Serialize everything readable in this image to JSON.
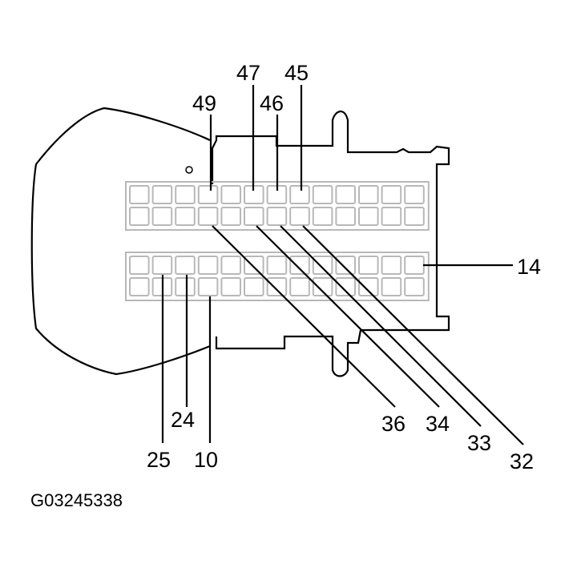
{
  "figure_id": "G03245338",
  "callouts": [
    {
      "key": "49",
      "label": "49"
    },
    {
      "key": "47",
      "label": "47"
    },
    {
      "key": "46",
      "label": "46"
    },
    {
      "key": "45",
      "label": "45"
    },
    {
      "key": "14",
      "label": "14"
    },
    {
      "key": "25",
      "label": "25"
    },
    {
      "key": "24",
      "label": "24"
    },
    {
      "key": "10",
      "label": "10"
    },
    {
      "key": "36",
      "label": "36"
    },
    {
      "key": "34",
      "label": "34"
    },
    {
      "key": "33",
      "label": "33"
    },
    {
      "key": "32",
      "label": "32"
    }
  ],
  "colors": {
    "outline": "#000000",
    "cavity": "#b8b8b8"
  }
}
